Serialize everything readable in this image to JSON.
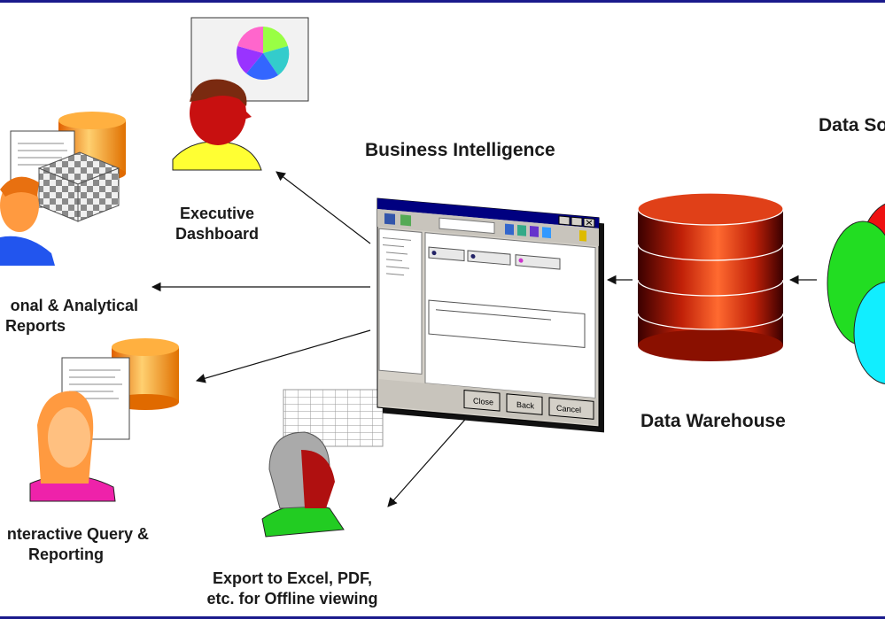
{
  "labels": {
    "business_intelligence": "Business Intelligence",
    "data_sources": "Data So",
    "data_warehouse": "Data Warehouse",
    "executive_line1": "Executive",
    "executive_line2": "Dashboard",
    "reports_line1": "onal & Analytical",
    "reports_line2": "Reports",
    "query_line1": "nteractive Query &",
    "query_line2": "Reporting",
    "export_line1": "Export to Excel, PDF,",
    "export_line2": "etc. for Offline viewing"
  },
  "bi_window": {
    "buttons": [
      "Close",
      "Back",
      "Cancel"
    ]
  },
  "colors": {
    "frame": "#1a1a8c",
    "warehouse": "#d03010",
    "window_title": "#000080"
  }
}
